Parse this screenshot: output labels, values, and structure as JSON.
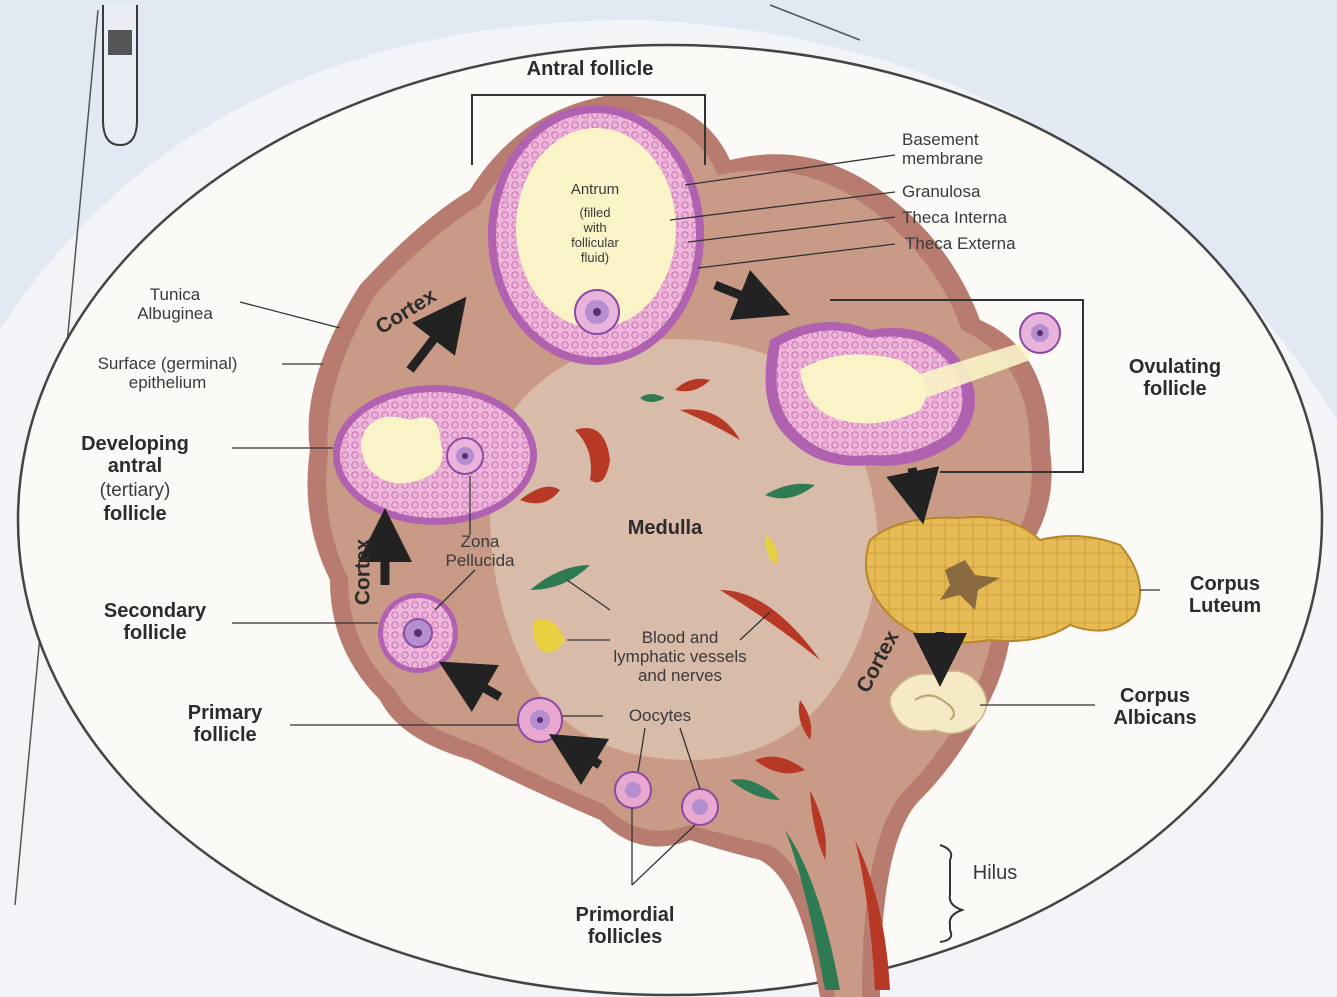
{
  "labels": {
    "antral_follicle": "Antral follicle",
    "antrum": "Antrum",
    "antrum_note": "(filled\nwith\nfollicular\nfluid)",
    "basement_membrane": "Basement\nmembrane",
    "granulosa": "Granulosa",
    "theca_interna": "Theca Interna",
    "theca_externa": "Theca Externa",
    "tunica_albuginea": "Tunica\nAlbuginea",
    "surface_epithelium": "Surface (germinal)\nepithelium",
    "developing_antral": "Developing\nantral",
    "tertiary": "(tertiary)",
    "follicle_word": "follicle",
    "ovulating_follicle": "Ovulating\nfollicle",
    "zona_pellucida": "Zona\nPellucida",
    "medulla": "Medulla",
    "cortex": "Cortex",
    "secondary_follicle": "Secondary\nfollicle",
    "primary_follicle": "Primary\nfollicle",
    "blood_vessels": "Blood and\nlymphatic vessels\nand nerves",
    "oocytes": "Oocytes",
    "primordial_follicles": "Primordial\nfollicles",
    "corpus_luteum": "Corpus\nLuteum",
    "corpus_albicans": "Corpus\nAlbicans",
    "hilus": "Hilus"
  },
  "colors": {
    "tissue": "#caa08d",
    "medulla": "#d6b5a4",
    "cortex_rim": "#b06a62",
    "follicle_pink": "#e8a8d0",
    "follicle_purple": "#8c4aa3",
    "antrum_fluid": "#fbf3c8",
    "corpus_luteum": "#e4b94e",
    "corpus_albicans": "#f4e8c4",
    "vessel_red": "#b83826",
    "vessel_green": "#2e7a52",
    "vessel_yellow": "#e8d040",
    "background_blue": "#dde6f2"
  }
}
